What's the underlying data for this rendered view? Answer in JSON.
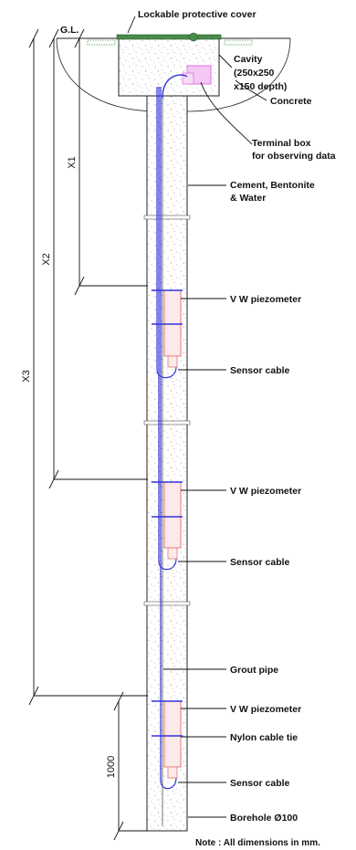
{
  "labels": {
    "ground_level": "G.L.",
    "cover": "Lockable protective cover",
    "cavity_1": "Cavity",
    "cavity_2": "(250x250",
    "cavity_3": "x150 depth)",
    "concrete": "Concrete",
    "terminal_1": "Terminal box",
    "terminal_2": "for observing data",
    "fill_1": "Cement, Bentonite",
    "fill_2": "& Water",
    "piezo_1": "V W piezometer",
    "cable_1": "Sensor cable",
    "piezo_2": "V W piezometer",
    "cable_2": "Sensor cable",
    "grout": "Grout pipe",
    "piezo_3": "V W piezometer",
    "tie": "Nylon cable tie",
    "cable_3": "Sensor cable",
    "borehole": "Borehole Ø100",
    "note": "Note : All dimensions in mm."
  },
  "dimensions": {
    "x1": "X1",
    "x2": "X2",
    "x3": "X3",
    "bottom": "1000"
  },
  "colors": {
    "cable": "#3333dd",
    "piezometer": "#e07a7a",
    "terminal_box": "#e070e0",
    "cover": "#4a8a4a",
    "hatch": "#4a9a4a"
  }
}
